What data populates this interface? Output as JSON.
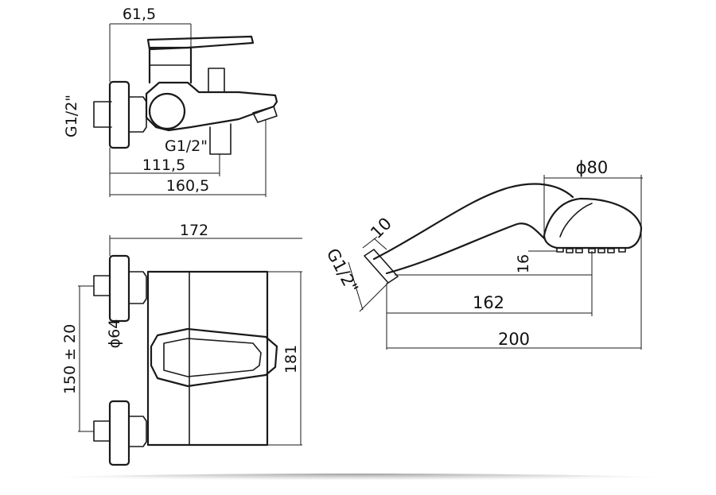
{
  "side_view": {
    "dim_top": "61,5",
    "thread_left": "G1/2\"",
    "thread_outlet": "G1/2\"",
    "dim_outlet": "111,5",
    "dim_total": "160,5"
  },
  "front_view": {
    "dim_width": "172",
    "dim_center": "150 ± 20",
    "dim_diameter": "ϕ64",
    "dim_height": "181"
  },
  "hand_shower": {
    "dim_head": "ϕ80",
    "dim_nut": "10",
    "thread": "G1/2\"",
    "dim_offset": "16",
    "dim_length_inner": "162",
    "dim_length_total": "200"
  }
}
